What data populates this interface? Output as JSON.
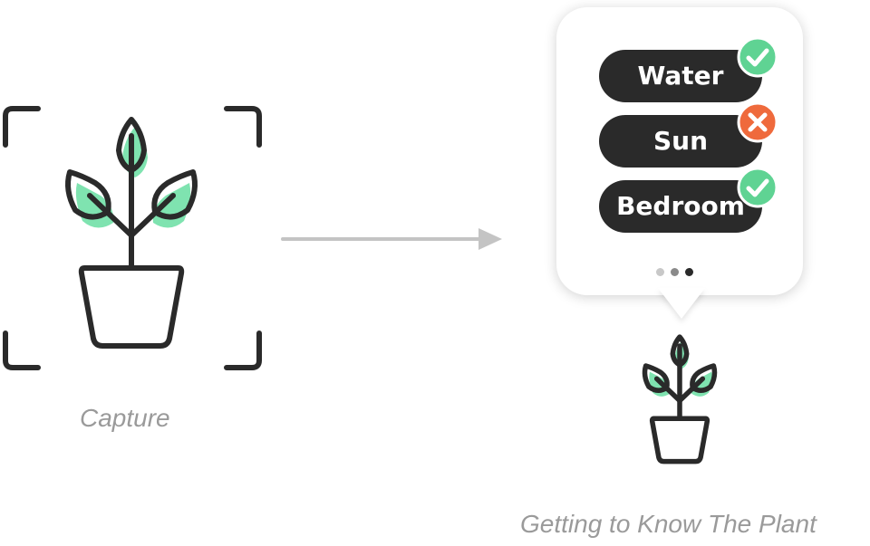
{
  "capture": {
    "label": "Capture"
  },
  "result": {
    "label": "Getting to Know The Plant"
  },
  "bubble": {
    "items": [
      {
        "label": "Water",
        "status": "check"
      },
      {
        "label": "Sun",
        "status": "cross"
      },
      {
        "label": "Bedroom",
        "status": "check"
      }
    ],
    "pagination": {
      "count": 3,
      "active_index": 2
    }
  },
  "colors": {
    "ink": "#2a2a2a",
    "leaf_accent": "#7fe3b0",
    "check": "#5fd393",
    "cross": "#ef6a3c",
    "arrow": "#c4c4c4",
    "caption": "#9a9a9a"
  },
  "icons": {
    "capture_frame": "viewfinder-corners-icon",
    "plant": "potted-plant-icon",
    "arrow": "arrow-right-icon",
    "ok": "check-circle-icon",
    "no": "x-circle-icon"
  }
}
